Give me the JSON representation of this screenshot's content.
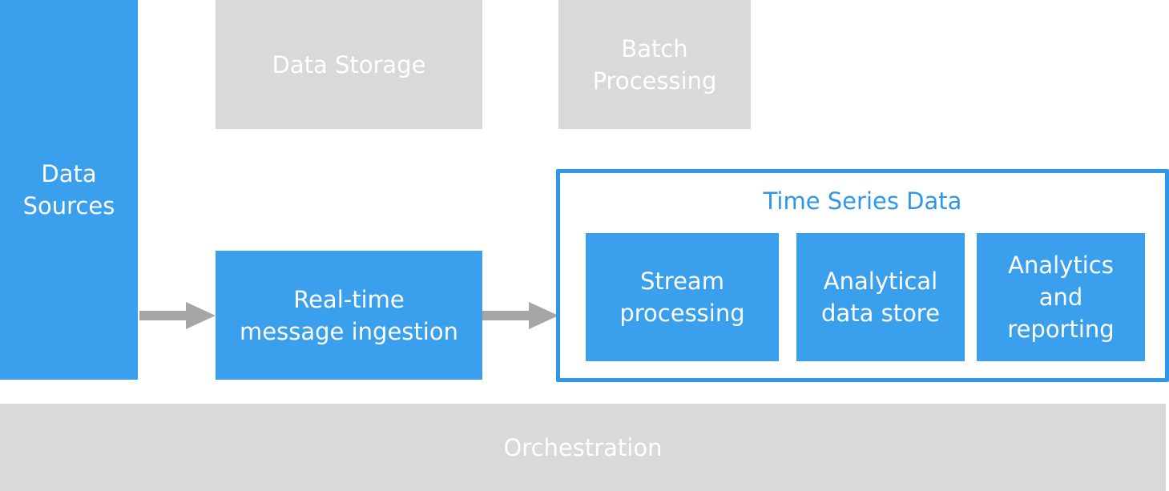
{
  "diagram": {
    "data_sources": "Data\nSources",
    "data_storage": "Data Storage",
    "batch_processing": "Batch\nProcessing",
    "realtime_ingestion": "Real-time\nmessage ingestion",
    "time_series_group": {
      "title": "Time Series Data",
      "stream_processing": "Stream\nprocessing",
      "analytical_store": "Analytical\ndata store",
      "analytics_reporting": "Analytics\nand\nreporting"
    },
    "orchestration": "Orchestration"
  },
  "colors": {
    "active_blue": "#3aa0ee",
    "inactive_gray": "#d9d9d9",
    "arrow_gray": "#a6a6a6"
  }
}
